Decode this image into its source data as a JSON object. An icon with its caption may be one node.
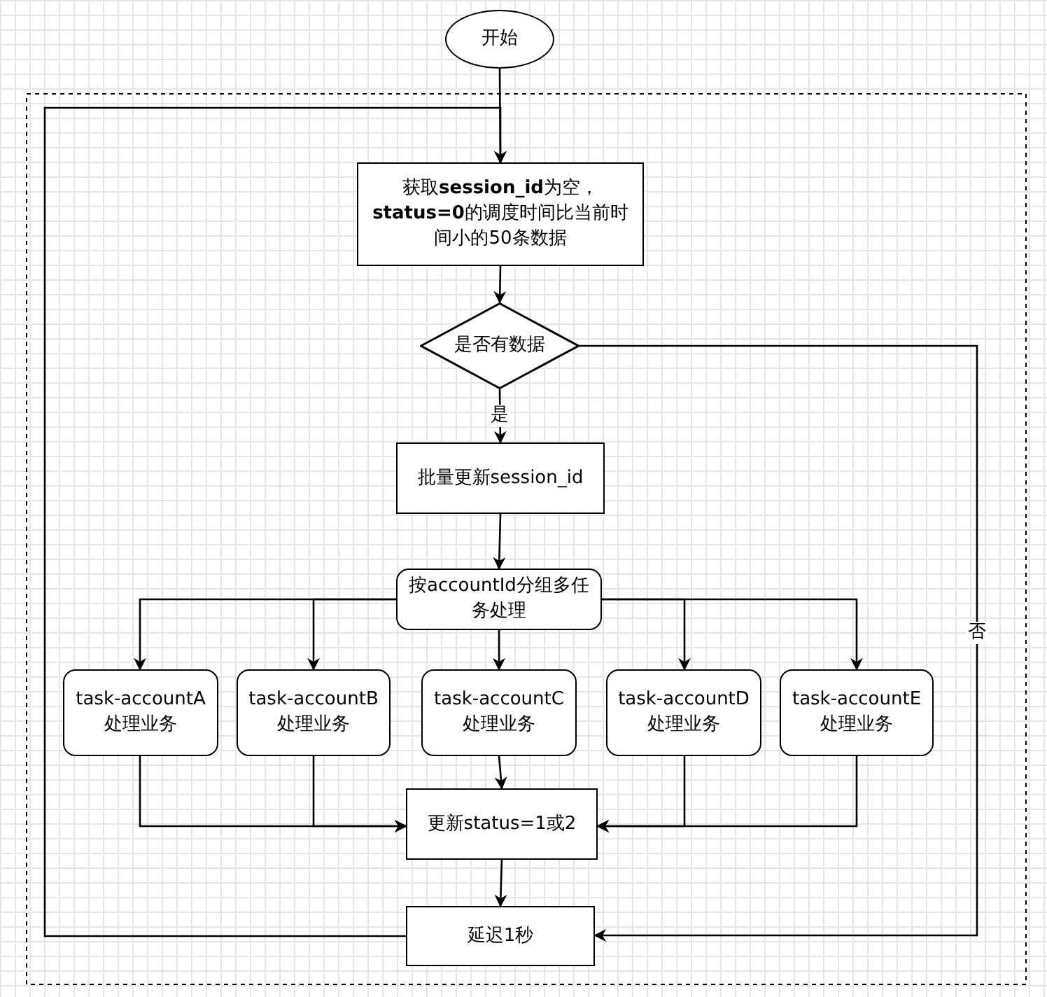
{
  "diagram": {
    "nodes": [
      {
        "text": [
          "开始"
        ]
      },
      {
        "text": [
          "获取**session_id**为空，**status=0**的调度时间比当前时间小的50条数据"
        ]
      },
      {
        "text": [
          "是否有数据"
        ]
      },
      {
        "text": [
          "批量更新session_id"
        ]
      },
      {
        "text": [
          "按accountId分组多任务处理"
        ]
      },
      {
        "text": [
          "task-accountA 处理业务"
        ]
      },
      {
        "text": [
          "task-accountB 处理业务"
        ]
      },
      {
        "text": [
          "task-accountC 处理业务"
        ]
      },
      {
        "text": [
          "task-accountD 处理业务"
        ]
      },
      {
        "text": [
          "task-accountE 处理业务"
        ]
      },
      {
        "text": [
          "更新status=1或2"
        ]
      },
      {
        "text": [
          "延迟1秒"
        ]
      }
    ],
    "edges": [
      {
        "from": 0,
        "to": 1,
        "arrow": "to"
      },
      {
        "from": 1,
        "to": 2,
        "arrow": "to"
      },
      {
        "from": 2,
        "to": 3,
        "label": "是",
        "arrow": "to"
      },
      {
        "from": 3,
        "to": 4,
        "arrow": "to"
      },
      {
        "from": 4,
        "to": 5,
        "arrow": "to"
      },
      {
        "from": 4,
        "to": 6,
        "arrow": "to"
      },
      {
        "from": 4,
        "to": 7,
        "arrow": "to"
      },
      {
        "from": 4,
        "to": 8,
        "arrow": "to"
      },
      {
        "from": 4,
        "to": 9,
        "arrow": "to"
      },
      {
        "from": 5,
        "to": 10,
        "arrow": "to"
      },
      {
        "from": 6,
        "to": 10,
        "arrow": "to"
      },
      {
        "from": 7,
        "to": 10,
        "arrow": "to"
      },
      {
        "from": 8,
        "to": 10,
        "arrow": "to"
      },
      {
        "from": 9,
        "to": 10,
        "arrow": "to"
      },
      {
        "from": 10,
        "to": 11,
        "arrow": "to"
      },
      {
        "from": 2,
        "to": 11,
        "label": "否",
        "arrow": "to"
      },
      {
        "from": 11,
        "to": 1,
        "arrow": "to"
      }
    ]
  }
}
